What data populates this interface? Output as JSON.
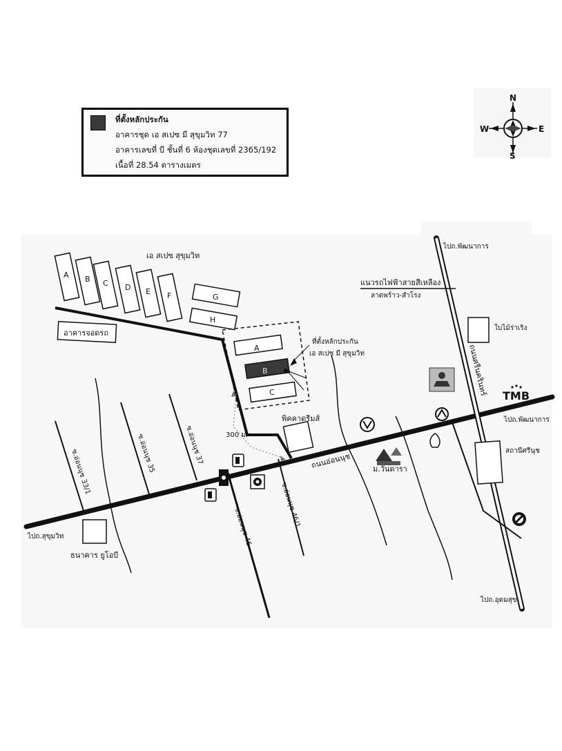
{
  "legend": {
    "title": "ที่ตั้งหลักประกัน",
    "building": "อาคารชุด เอ สเปซ มี สุขุมวิท 77",
    "unit": "อาคารเลขที่ บี ชั้นที่ 6 ห้องชุดเลขที่ 2365/192",
    "area": "เนื้อที่ 28.54 ตารางเมตร"
  },
  "compass": {
    "n": "N",
    "s": "S",
    "e": "E",
    "w": "W"
  },
  "project": {
    "name": "เอ สเปซ สุขุมวิท",
    "buildings": [
      "A",
      "B",
      "C",
      "D",
      "E",
      "F",
      "G",
      "H"
    ],
    "parking": "อาคารจอดรถ",
    "site_buildings": [
      "A",
      "B",
      "C"
    ],
    "site_label_1": "ที่ตั้งหลักประกัน",
    "site_label_2": "เอ สเปซ มี สุขุมวิท"
  },
  "roads": {
    "main": "ถนนอ่อนนุช",
    "srinakarin": "ถนนศรีนครินทร์",
    "soi_33_1": "ซ.อ่อนนุช 33/1",
    "soi_35": "ซ.อ่อนนุช 35",
    "soi_37": "ซ.อ่อนนุช 37",
    "soi_46": "ซ.อ่อนนุช 46",
    "soi_46_1": "ซ.อ่อนนุช 46/1",
    "distance": "300 ม."
  },
  "directions": {
    "to_sukhumvit": "ไปถ.สุขุมวิท",
    "to_phatthanakan_top": "ไปถ.พัฒนาการ",
    "to_phatthanakan_right": "ไปถ.พัฒนาการ",
    "to_udomsuk": "ไปถ.อุดมสุข"
  },
  "railway": {
    "line1": "แนวรถไฟฟ้าสายสีเหลือง",
    "line2": "ลาดพร้าว-สำโรง"
  },
  "landmarks": {
    "uob": "ธนาคาร ยูโอบี",
    "pickadream": "พิคคาดรีมส์",
    "wat": "ม.วันดารา",
    "baimai": "ใบไม้ร่าเริง",
    "station": "สถานีศรีนุช",
    "tmb": "TMB"
  },
  "icons": [
    "gas-station-icon",
    "traffic-light-icon",
    "bank-icon",
    "market-icon",
    "temple-icon",
    "compass-icon"
  ]
}
